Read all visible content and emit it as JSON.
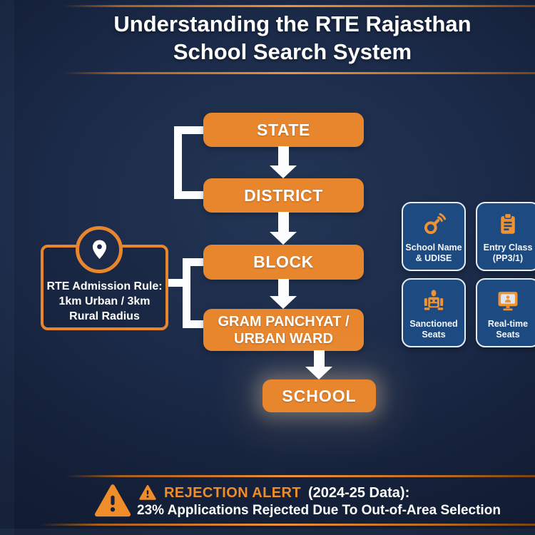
{
  "title": {
    "line1": "Understanding the RTE Rajasthan",
    "line2": "School Search System"
  },
  "flow": {
    "state": "STATE",
    "district": "DISTRICT",
    "block": "BLOCK",
    "gram": "GRAM PANCHYAT / URBAN WARD",
    "school": "SCHOOL"
  },
  "callout": {
    "icon": "location-pin-icon",
    "line1": "RTE Admission Rule:",
    "line2": "1km Urban / 3km",
    "line3": "Rural Radius"
  },
  "cards": [
    {
      "icon": "search-signal-icon",
      "line1": "School Name",
      "line2": "& UDISE"
    },
    {
      "icon": "clipboard-icon",
      "line1": "Entry Class",
      "line2": "(PP3/1)"
    },
    {
      "icon": "seat-person-icon",
      "line1": "Sanctioned",
      "line2": "Seats"
    },
    {
      "icon": "monitor-person-icon",
      "line1": "Real-time",
      "line2": "Seats"
    }
  ],
  "alert": {
    "icon": "warning-triangle-icon",
    "heading": "REJECTION ALERT",
    "period": "(2024-25 Data):",
    "message": "23% Applications Rejected Due To Out-of-Area Selection"
  },
  "colors": {
    "accent_orange": "#e8862e",
    "icon_orange": "#f0922f",
    "alert_orange": "#ef8d2a",
    "card_blue": "#1d4a80",
    "background_navy": "#16233c",
    "line_white": "#fcfdfe"
  }
}
